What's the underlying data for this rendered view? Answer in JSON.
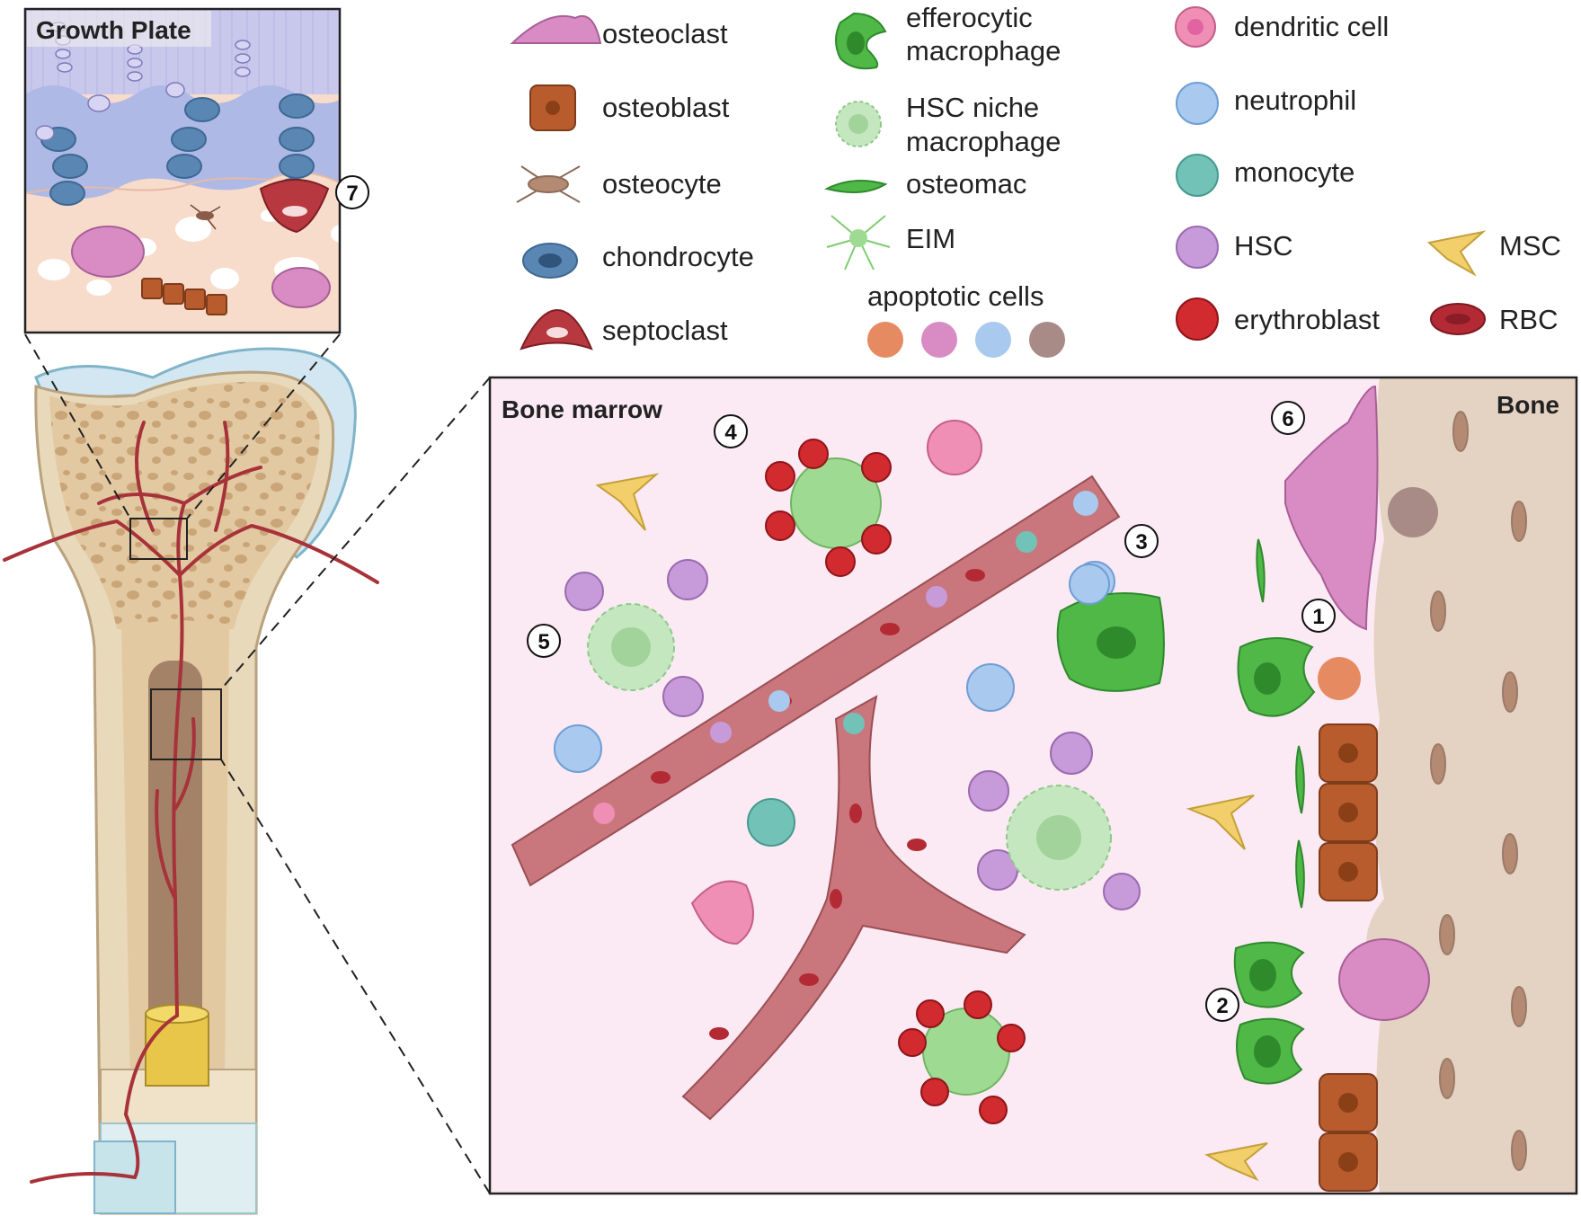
{
  "titles": {
    "growth_plate": "Growth Plate",
    "bone_marrow": "Bone marrow",
    "bone": "Bone"
  },
  "legend": {
    "osteoclast": "osteoclast",
    "osteoblast": "osteoblast",
    "osteocyte": "osteocyte",
    "chondrocyte": "chondrocyte",
    "septoclast": "septoclast",
    "efferocytic_line1": "efferocytic",
    "efferocytic_line2": "macrophage",
    "hsc_niche_line1": "HSC niche",
    "hsc_niche_line2": "macrophage",
    "osteomac": "osteomac",
    "eim": "EIM",
    "apoptotic_cells": "apoptotic cells",
    "dendritic_cell": "dendritic cell",
    "neutrophil": "neutrophil",
    "monocyte": "monocyte",
    "hsc": "HSC",
    "erythroblast": "erythroblast",
    "msc": "MSC",
    "rbc": "RBC"
  },
  "markers": [
    "1",
    "2",
    "3",
    "4",
    "5",
    "6",
    "7"
  ],
  "colors": {
    "osteoclast": "#d98bc4",
    "osteoblast": "#b85c2e",
    "chondrocyte": "#5a86b4",
    "septoclast": "#b8383f",
    "efferocytic_macrophage": "#4fb847",
    "hsc_niche_macrophage": "#c4e7bf",
    "dendritic_cell": "#f08fb5",
    "neutrophil": "#a9c9ee",
    "monocyte": "#72c2b8",
    "hsc": "#c79ad9",
    "erythroblast": "#d12a2f",
    "msc": "#f2cf6a",
    "rbc": "#b32a35",
    "marrow_bg": "#fbe9f3",
    "bone_bg": "#e4d2c2",
    "vessel": "#c9777c"
  }
}
